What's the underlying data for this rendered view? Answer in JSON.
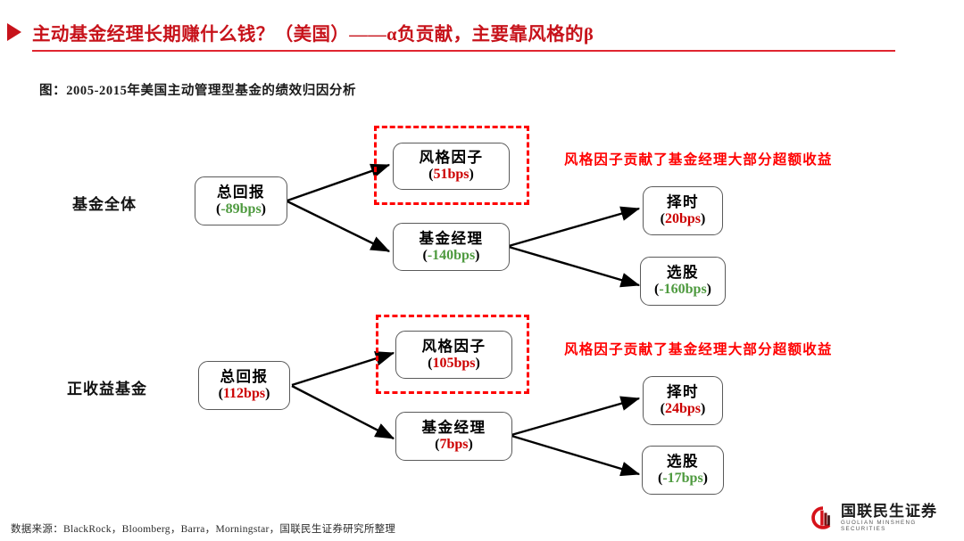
{
  "header": {
    "title": "主动基金经理长期赚什么钱？（美国）——α负贡献，主要靠风格的β",
    "bullet_icon": "triangle-right-icon",
    "accent_color": "#C7131B",
    "underline_color": "#E02630"
  },
  "caption": "图：2005-2015年美国主动管理型基金的绩效归因分析",
  "colors": {
    "positive_value": "#CC0000",
    "negative_value": "#4E9A3F",
    "annotation": "#FF0000",
    "node_border": "#5a5a5a",
    "dashed_frame": "#FF0000"
  },
  "chart_data": {
    "type": "diagram",
    "title": "图：2005-2015年美国主动管理型基金的绩效归因分析",
    "unit": "bps",
    "sections": [
      {
        "label": "基金全体",
        "annotation": "风格因子贡献了基金经理大部分超额收益",
        "nodes": [
          {
            "key": "total_return",
            "title": "总回报",
            "value": "(-89bps)",
            "number": -89,
            "sign": "neg"
          },
          {
            "key": "style_factor",
            "title": "风格因子",
            "value": "(51bps)",
            "number": 51,
            "sign": "pos"
          },
          {
            "key": "fund_manager",
            "title": "基金经理",
            "value": "(-140bps)",
            "number": -140,
            "sign": "neg"
          },
          {
            "key": "timing",
            "title": "择时",
            "value": "(20bps)",
            "number": 20,
            "sign": "pos"
          },
          {
            "key": "selection",
            "title": "选股",
            "value": "(-160bps)",
            "number": -160,
            "sign": "neg"
          }
        ],
        "edges": [
          {
            "from": "total_return",
            "to": "style_factor"
          },
          {
            "from": "total_return",
            "to": "fund_manager"
          },
          {
            "from": "fund_manager",
            "to": "timing"
          },
          {
            "from": "fund_manager",
            "to": "selection"
          }
        ],
        "highlighted": "style_factor"
      },
      {
        "label": "正收益基金",
        "annotation": "风格因子贡献了基金经理大部分超额收益",
        "nodes": [
          {
            "key": "total_return",
            "title": "总回报",
            "value": "(112bps)",
            "number": 112,
            "sign": "pos"
          },
          {
            "key": "style_factor",
            "title": "风格因子",
            "value": "(105bps)",
            "number": 105,
            "sign": "pos"
          },
          {
            "key": "fund_manager",
            "title": "基金经理",
            "value": "(7bps)",
            "number": 7,
            "sign": "pos"
          },
          {
            "key": "timing",
            "title": "择时",
            "value": "(24bps)",
            "number": 24,
            "sign": "pos"
          },
          {
            "key": "selection",
            "title": "选股",
            "value": "(-17bps)",
            "number": -17,
            "sign": "neg"
          }
        ],
        "edges": [
          {
            "from": "total_return",
            "to": "style_factor"
          },
          {
            "from": "total_return",
            "to": "fund_manager"
          },
          {
            "from": "fund_manager",
            "to": "timing"
          },
          {
            "from": "fund_manager",
            "to": "selection"
          }
        ],
        "highlighted": "style_factor"
      }
    ]
  },
  "footer": {
    "source": "数据来源：BlackRock，Bloomberg，Barra，Morningstar，国联民生证券研究所整理",
    "logo_cn": "国联民生证券",
    "logo_en": "GUOLIAN MINSHENG SECURITIES",
    "logo_icon": "guolian-minsheng-logo-icon"
  }
}
